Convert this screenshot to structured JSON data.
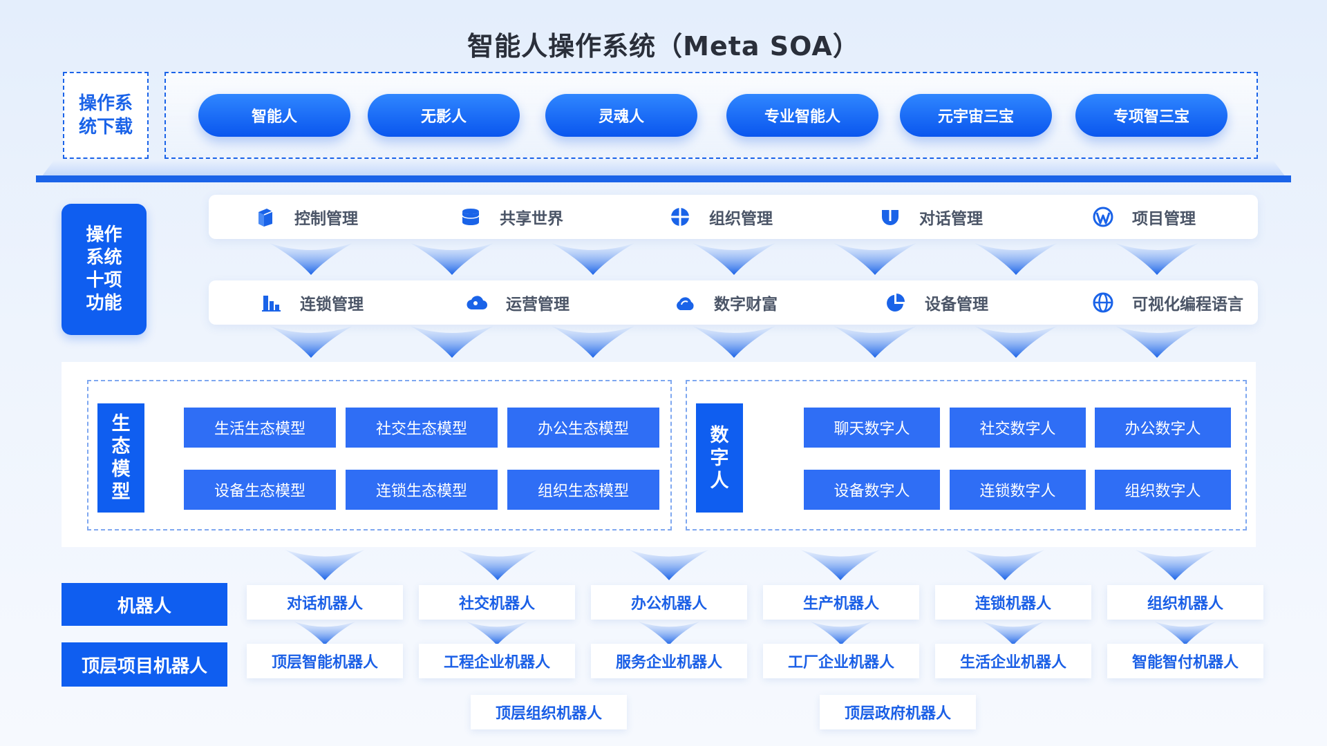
{
  "title": "智能人操作系统（Meta SOA）",
  "download": {
    "label": "操作系统下载",
    "items": [
      "智能人",
      "无影人",
      "灵魂人",
      "专业智能人",
      "元宇宙三宝",
      "专项智三宝"
    ]
  },
  "ten_functions": {
    "label": "操作系统十项功能",
    "row1": [
      {
        "label": "控制管理",
        "icon": "cube-icon"
      },
      {
        "label": "共享世界",
        "icon": "database-icon"
      },
      {
        "label": "组织管理",
        "icon": "crosshair-circle-icon"
      },
      {
        "label": "对话管理",
        "icon": "shield-icon"
      },
      {
        "label": "项目管理",
        "icon": "wordpress-icon"
      }
    ],
    "row2": [
      {
        "label": "连锁管理",
        "icon": "bar-chart-icon"
      },
      {
        "label": "运营管理",
        "icon": "cloud-icon"
      },
      {
        "label": "数字财富",
        "icon": "cloud-icon"
      },
      {
        "label": "设备管理",
        "icon": "pie-chart-icon"
      },
      {
        "label": "可视化编程语言",
        "icon": "globe-icon"
      }
    ]
  },
  "ecology": {
    "label": "生态模型",
    "items": [
      "生活生态模型",
      "社交生态模型",
      "办公生态模型",
      "设备生态模型",
      "连锁生态模型",
      "组织生态模型"
    ]
  },
  "digital": {
    "label": "数字人",
    "items": [
      "聊天数字人",
      "社交数字人",
      "办公数字人",
      "设备数字人",
      "连锁数字人",
      "组织数字人"
    ]
  },
  "robots": {
    "label": "机器人",
    "items": [
      "对话机器人",
      "社交机器人",
      "办公机器人",
      "生产机器人",
      "连锁机器人",
      "组织机器人"
    ]
  },
  "top_robots": {
    "label": "顶层项目机器人",
    "items": [
      "顶层智能机器人",
      "工程企业机器人",
      "服务企业机器人",
      "工厂企业机器人",
      "生活企业机器人",
      "智能智付机器人"
    ],
    "extra": [
      "顶层组织机器人",
      "顶层政府机器人"
    ]
  },
  "colors": {
    "primary": "#0f5ef0",
    "cell": "#2f6ef5",
    "icon": "#1a63e8",
    "text_gray": "#4b5567"
  }
}
